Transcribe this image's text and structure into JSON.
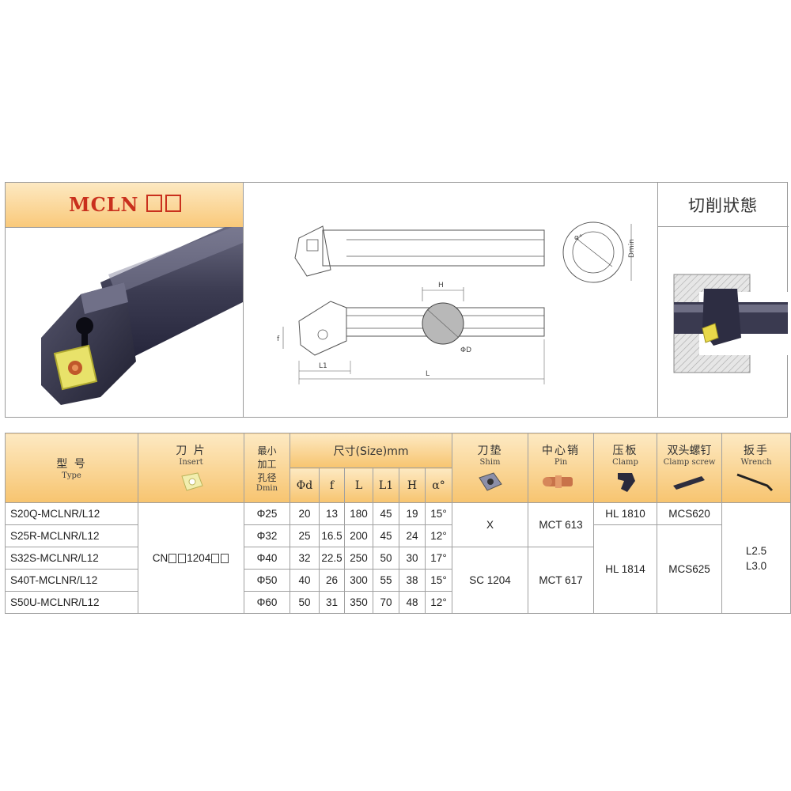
{
  "panel": {
    "title": "MCLN",
    "cutting_state_title": "切削狀態"
  },
  "drawing": {
    "labels": {
      "alpha": "α°",
      "dmin": "Dmin",
      "h": "H",
      "f": "f",
      "l1": "L1",
      "l": "L",
      "phi_d": "ΦD"
    }
  },
  "table": {
    "headers": {
      "type_cn": "型 号",
      "type_en": "Type",
      "insert_cn": "刀 片",
      "insert_en": "Insert",
      "dmin_cn": [
        "最小",
        "加工",
        "孔径"
      ],
      "dmin_en": "Dmin",
      "size_cn": "尺寸(Size)mm",
      "sub": [
        "Φd",
        "f",
        "L",
        "L1",
        "H",
        "α°"
      ],
      "shim_cn": "刀垫",
      "shim_en": "Shim",
      "pin_cn": "中心销",
      "pin_en": "Pin",
      "clamp_cn": "压板",
      "clamp_en": "Clamp",
      "screw_cn": "双头螺钉",
      "screw_en": "Clamp screw",
      "wrench_cn": "扳手",
      "wrench_en": "Wrench"
    },
    "rows": [
      {
        "type": "S20Q-MCLNR/L12",
        "dmin": "Φ25",
        "d": "20",
        "f": "13",
        "L": "180",
        "L1": "45",
        "H": "19",
        "alpha": "15°"
      },
      {
        "type": "S25R-MCLNR/L12",
        "dmin": "Φ32",
        "d": "25",
        "f": "16.5",
        "L": "200",
        "L1": "45",
        "H": "24",
        "alpha": "12°"
      },
      {
        "type": "S32S-MCLNR/L12",
        "dmin": "Φ40",
        "d": "32",
        "f": "22.5",
        "L": "250",
        "L1": "50",
        "H": "30",
        "alpha": "17°"
      },
      {
        "type": "S40T-MCLNR/L12",
        "dmin": "Φ50",
        "d": "40",
        "f": "26",
        "L": "300",
        "L1": "55",
        "H": "38",
        "alpha": "15°"
      },
      {
        "type": "S50U-MCLNR/L12",
        "dmin": "Φ60",
        "d": "50",
        "f": "31",
        "L": "350",
        "L1": "70",
        "H": "48",
        "alpha": "12°"
      }
    ],
    "insert": {
      "prefix": "CN",
      "code": "1204"
    },
    "shim": [
      "X",
      "SC 1204"
    ],
    "pin": [
      "MCT 613",
      "MCT 617"
    ],
    "clamp": [
      "HL 1810",
      "HL 1814"
    ],
    "screw": [
      "MCS620",
      "MCS625"
    ],
    "wrench": [
      "L2.5",
      "L3.0"
    ]
  }
}
